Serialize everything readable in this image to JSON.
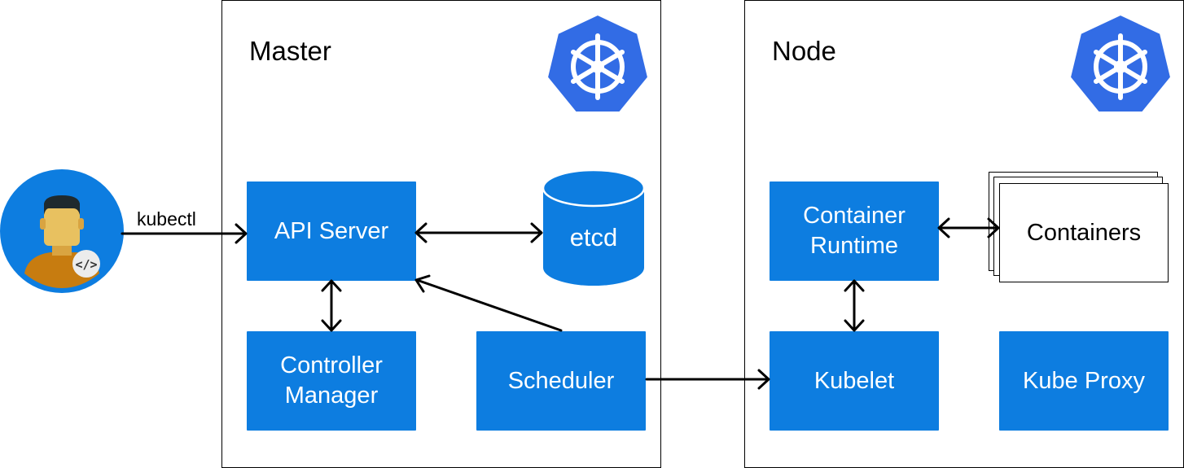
{
  "master": {
    "title": "Master"
  },
  "node": {
    "title": "Node"
  },
  "components": {
    "api_server": "API Server",
    "etcd": "etcd",
    "controller_manager": "Controller\nManager",
    "scheduler": "Scheduler",
    "container_runtime": "Container\nRuntime",
    "containers": "Containers",
    "kubelet": "Kubelet",
    "kube_proxy": "Kube Proxy"
  },
  "edges": {
    "kubectl": "kubectl"
  },
  "icons": {
    "logo": "kubernetes-helm-wheel-icon",
    "user": "developer-avatar-icon",
    "code": "code-brackets-icon"
  },
  "colors": {
    "box_blue": "#0d7de0",
    "logo_blue": "#326ce5",
    "avatar_circle": "#0d7de0"
  }
}
